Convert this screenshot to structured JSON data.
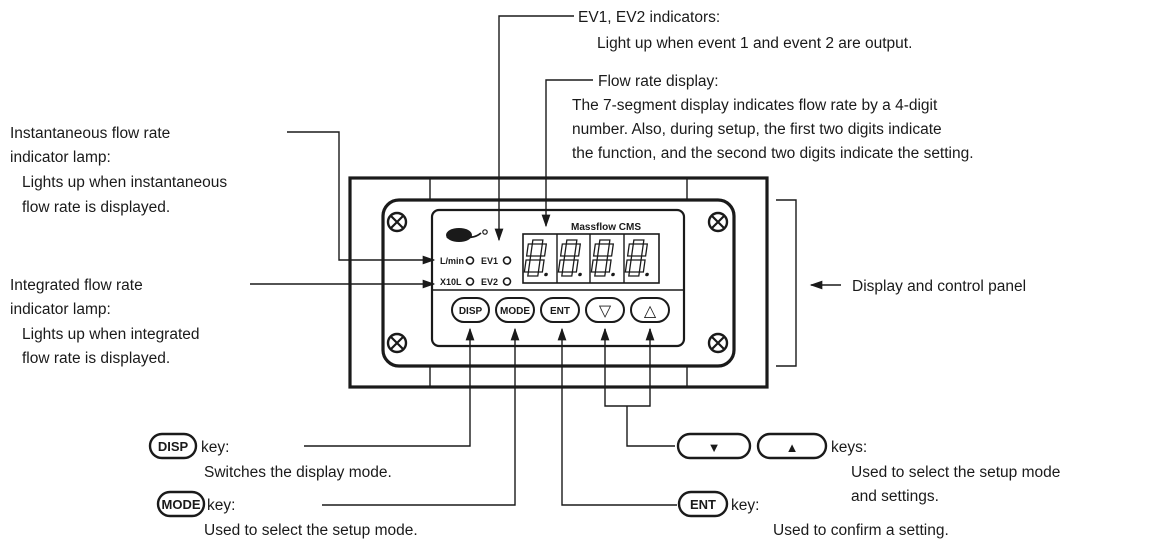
{
  "annotations": {
    "ev": {
      "title": "EV1, EV2 indicators:",
      "desc": "Light up when event 1 and event 2 are output."
    },
    "flow": {
      "title": "Flow rate display:",
      "desc": [
        "The 7-segment display indicates flow rate by a 4-digit",
        "number. Also, during setup, the first two digits indicate",
        "the function, and the second two digits indicate the setting."
      ]
    },
    "instantaneous": {
      "title": [
        "Instantaneous flow rate",
        "indicator lamp:"
      ],
      "desc": [
        "Lights up when instantaneous",
        "flow rate is displayed."
      ]
    },
    "integrated": {
      "title": [
        "Integrated flow rate",
        "indicator lamp:"
      ],
      "desc": [
        "Lights up when integrated",
        "flow rate is displayed."
      ]
    },
    "panel": "Display and control panel",
    "disp": {
      "key": "DISP",
      "suffix": "key:",
      "desc": "Switches the display mode."
    },
    "mode": {
      "key": "MODE",
      "suffix": "key:",
      "desc": "Used to select the setup mode."
    },
    "ent": {
      "key": "ENT",
      "suffix": "key:",
      "desc": "Used to confirm a setting."
    },
    "arrows": {
      "down": "▼",
      "up": "▲",
      "suffix": "keys:",
      "desc": [
        "Used to select the setup mode",
        "and settings."
      ]
    }
  },
  "device": {
    "brand": "Massflow CMS",
    "led_lmin": "L/min",
    "led_x10l": "X10L",
    "led_ev1": "EV1",
    "led_ev2": "EV2",
    "digits": [
      "8",
      "8",
      "8",
      "8"
    ],
    "keys": {
      "disp": "DISP",
      "mode": "MODE",
      "ent": "ENT",
      "down": "▽",
      "up": "△"
    }
  }
}
